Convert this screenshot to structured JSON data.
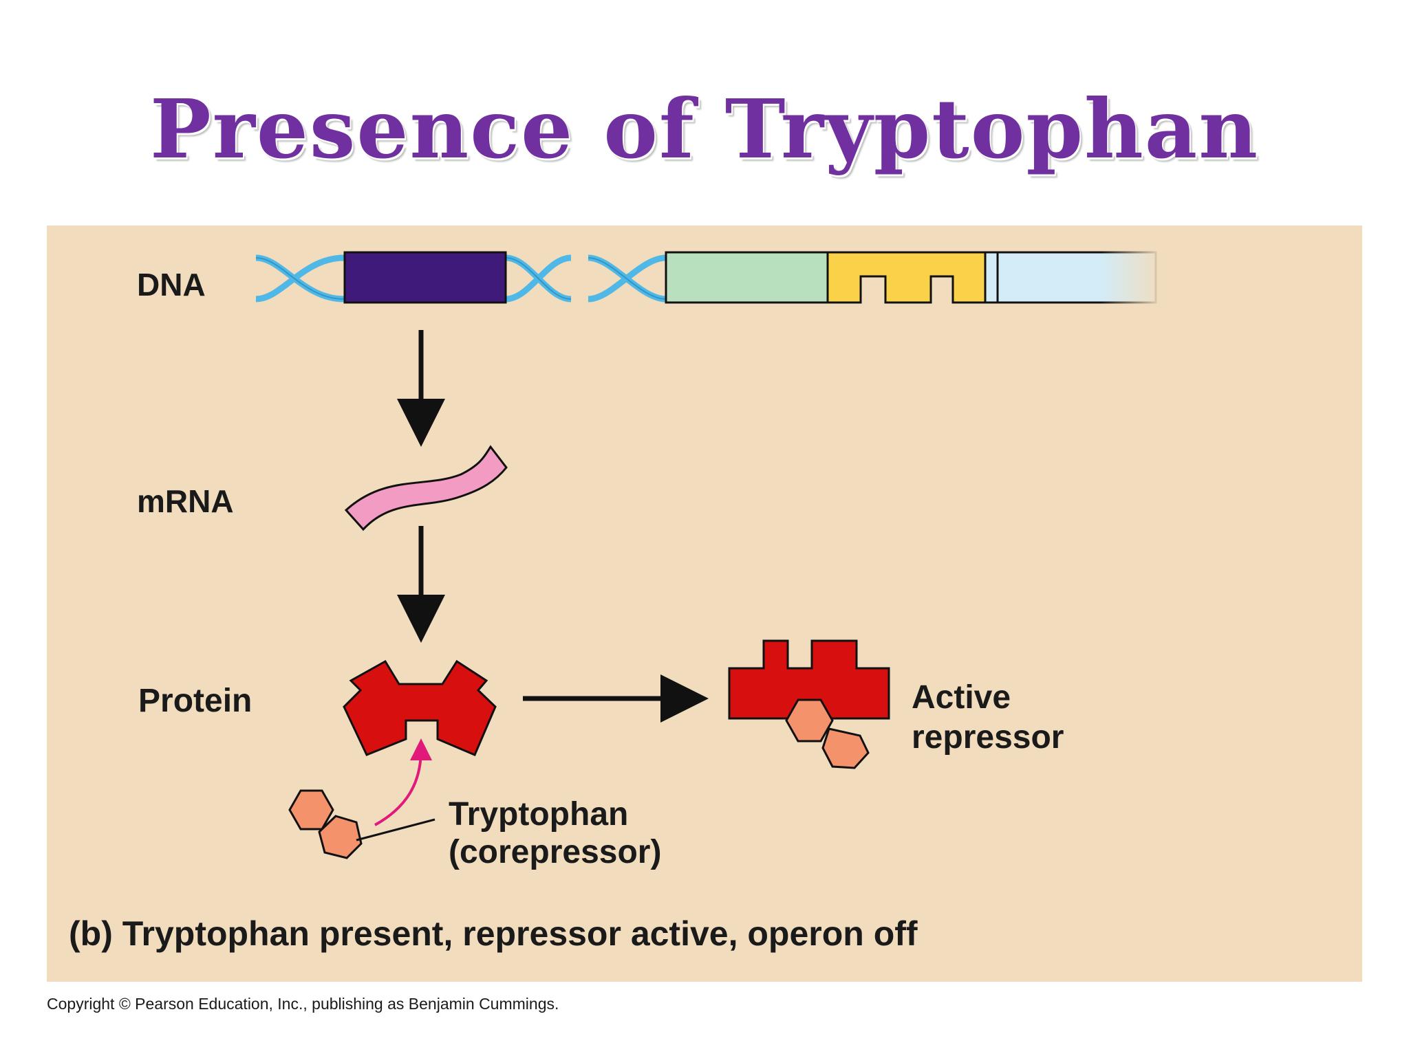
{
  "title": "Presence of Tryptophan",
  "diagram": {
    "labels": {
      "dna": "DNA",
      "mrna": "mRNA",
      "protein": "Protein",
      "active_repressor_line1": "Active",
      "active_repressor_line2": "repressor",
      "tryptophan_line1": "Tryptophan",
      "tryptophan_line2": "(corepressor)",
      "caption": "(b) Tryptophan present, repressor active, operon off"
    },
    "colors": {
      "background": "#f1dcbd",
      "dna_helix": "#4fb8e6",
      "regulatory_gene": "#3f1a7a",
      "gene_green": "#b8dfbe",
      "gene_yellow": "#fad24a",
      "gene_lightblue": "#d3ecf8",
      "mrna": "#f29bc3",
      "repressor": "#d80f0f",
      "tryptophan": "#f4936b",
      "binding_arrow": "#e0197a"
    }
  },
  "copyright": "Copyright © Pearson Education, Inc., publishing as Benjamin Cummings."
}
